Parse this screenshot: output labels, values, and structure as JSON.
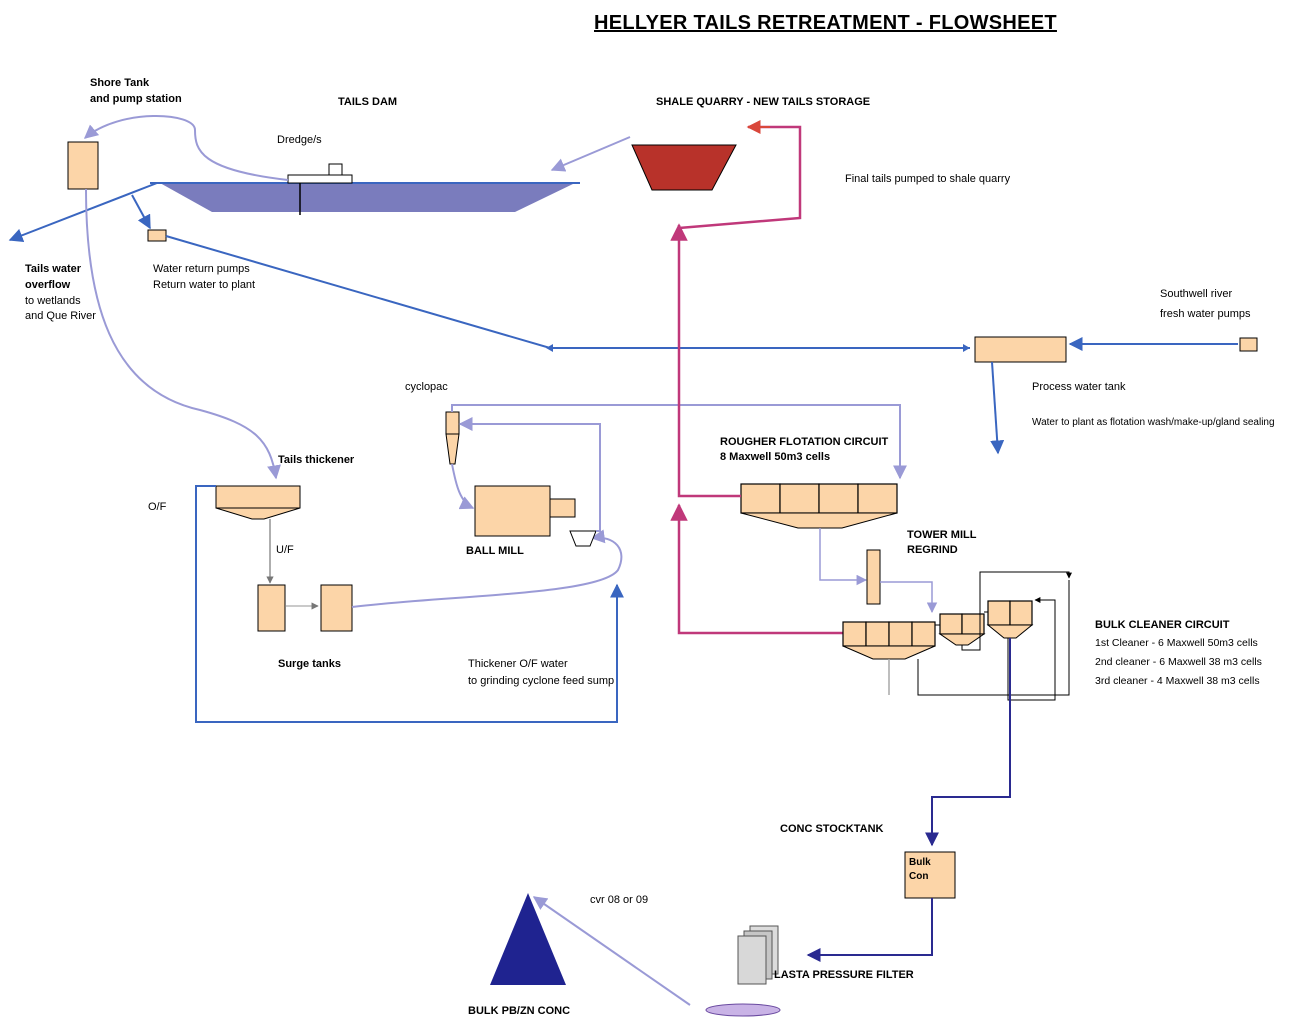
{
  "title": "HELLYER TAILS RETREATMENT - FLOWSHEET",
  "labels": {
    "shore_tank_1": "Shore Tank",
    "shore_tank_2": "and pump station",
    "tails_dam": "TAILS DAM",
    "dredges": "Dredge/s",
    "shale_quarry": "SHALE QUARRY - NEW TAILS STORAGE",
    "final_tails": "Final tails pumped to shale quarry",
    "tails_water_1": "Tails water",
    "tails_water_2": "overflow",
    "tails_water_3": "to wetlands",
    "tails_water_4": "and Que River",
    "water_return_1": "Water return pumps",
    "water_return_2": "Return water to plant",
    "southwell_1": "Southwell river",
    "southwell_2": "fresh water pumps",
    "process_tank": "Process water tank",
    "water_to_plant": "Water to plant as flotation wash/make-up/gland sealing",
    "cyclopac": "cyclopac",
    "tails_thickener": "Tails thickener",
    "of": "O/F",
    "uf": "U/F",
    "ball_mill": "BALL MILL",
    "rougher_1": "ROUGHER FLOTATION CIRCUIT",
    "rougher_2": "8 Maxwell 50m3 cells",
    "tower_mill_1": "TOWER MILL",
    "tower_mill_2": "REGRIND",
    "bulk_cleaner_title": "BULK CLEANER CIRCUIT",
    "bulk_cleaner_1": "1st Cleaner - 6 Maxwell 50m3 cells",
    "bulk_cleaner_2": "2nd cleaner - 6 Maxwell 38 m3 cells",
    "bulk_cleaner_3": "3rd cleaner - 4 Maxwell 38 m3 cells",
    "surge_tanks": "Surge tanks",
    "thickener_of_1": "Thickener O/F water",
    "thickener_of_2": "to grinding cyclone feed sump",
    "conc_stocktank": "CONC STOCKTANK",
    "bulk_con_1": "Bulk",
    "bulk_con_2": "Con",
    "cvr": "cvr 08 or 09",
    "pressure_filter": "LASTA PRESSURE FILTER",
    "bulk_conc": "BULK PB/ZN CONC"
  },
  "colors": {
    "tank_fill": "#fcd5a8",
    "dam_fill": "#7a7cbd",
    "quarry_fill": "#b8322a",
    "blue_line": "#3a66c0",
    "purple_line": "#9a9ad6",
    "magenta_line": "#c0387a",
    "navy_line": "#2a2a90",
    "red_arrow": "#d9473b",
    "conc_pile": "#1f2390",
    "belt_fill": "#c9b3e6",
    "grey_line": "#a8a8a8"
  }
}
